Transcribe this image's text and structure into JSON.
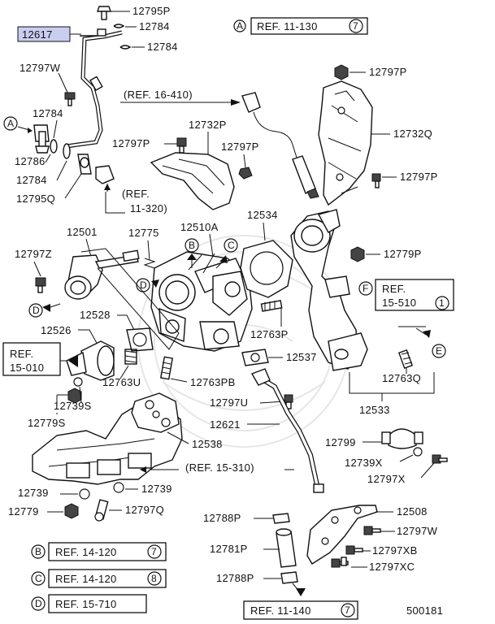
{
  "highlighted_part": "12617",
  "diagram_number": "500181",
  "parts": {
    "p12795P": "12795P",
    "p12784a": "12784",
    "p12784b": "12784",
    "p12797W": "12797W",
    "p12784c": "12784",
    "p12786": "12786",
    "p12784d": "12784",
    "p12795Q": "12795Q",
    "p12797P_top": "12797P",
    "p12732Q": "12732Q",
    "p12797P_right": "12797P",
    "p12732P": "12732P",
    "p12797P_left": "12797P",
    "p12797P_mid": "12797P",
    "p12501": "12501",
    "p12775": "12775",
    "p12510A": "12510A",
    "p12534": "12534",
    "p12779P": "12779P",
    "p12797Z": "12797Z",
    "p12528": "12528",
    "p12526": "12526",
    "p12763P": "12763P",
    "p12537": "12537",
    "p12763U": "12763U",
    "p12763PB": "12763PB",
    "p12763Q": "12763Q",
    "p12739S": "12739S",
    "p12779S": "12779S",
    "p12797U": "12797U",
    "p12533": "12533",
    "p12621": "12621",
    "p12538": "12538",
    "p12799": "12799",
    "p12739X": "12739X",
    "p12797X": "12797X",
    "p12739a": "12739",
    "p12739b": "12739",
    "p12779": "12779",
    "p12797Q": "12797Q",
    "p12788P_top": "12788P",
    "p12508": "12508",
    "p12797W_b": "12797W",
    "p12781P": "12781P",
    "p12797XB": "12797XB",
    "p12797XC": "12797XC",
    "p12788P_bot": "12788P"
  },
  "refs": {
    "A": {
      "letter": "A",
      "text": "REF. 11-130",
      "num": "7"
    },
    "r16410": "(REF. 16-410)",
    "r11320a": "(REF.",
    "r11320b": "11-320)",
    "r15510a": "REF.",
    "r15510b": "15-510",
    "r15510num": "1",
    "r15010a": "REF.",
    "r15010b": "15-010",
    "r15310": "(REF. 15-310)",
    "B": {
      "letter": "B",
      "text": "REF. 14-120",
      "num": "7"
    },
    "C": {
      "letter": "C",
      "text": "REF. 14-120",
      "num": "8"
    },
    "D": {
      "letter": "D",
      "text": "REF. 15-710"
    },
    "bottom": {
      "text": "REF. 11-140",
      "num": "7"
    }
  },
  "markers": {
    "A": "A",
    "B": "B",
    "C": "C",
    "D": "D",
    "E": "E",
    "F": "F"
  }
}
